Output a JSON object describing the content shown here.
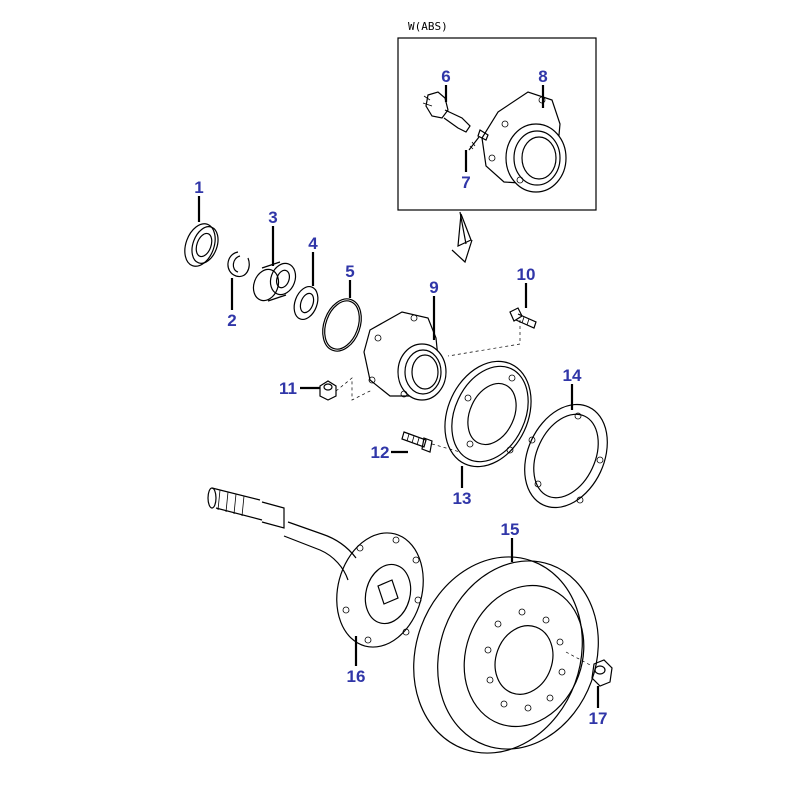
{
  "inset": {
    "label": "W(ABS)"
  },
  "callouts": [
    "1",
    "2",
    "3",
    "4",
    "5",
    "6",
    "7",
    "8",
    "9",
    "10",
    "11",
    "12",
    "13",
    "14",
    "15",
    "16",
    "17"
  ],
  "colors": {
    "callout": "#3036a8",
    "line": "#000000",
    "background": "#ffffff"
  }
}
